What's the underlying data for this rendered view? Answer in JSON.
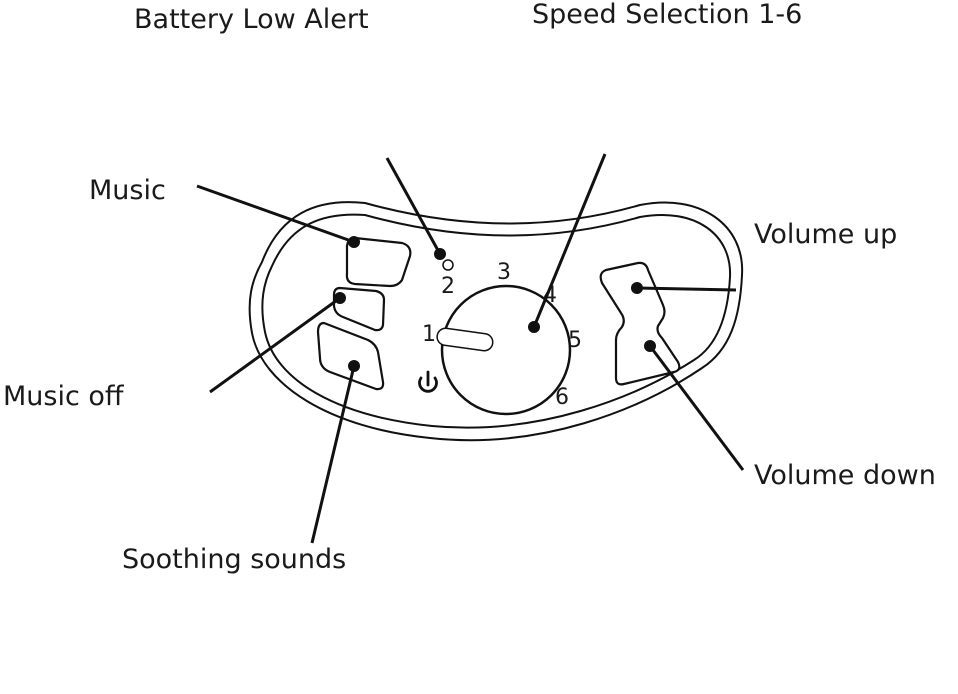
{
  "labels": {
    "battery_low_alert": "Battery Low Alert",
    "speed_selection": "Speed Selection 1-6",
    "music": "Music",
    "music_off": "Music off",
    "soothing_sounds": "Soothing sounds",
    "volume_up": "Volume up",
    "volume_down": "Volume down"
  },
  "dial": {
    "positions": [
      "1",
      "2",
      "3",
      "4",
      "5",
      "6"
    ]
  },
  "icons": {
    "power": "power-icon"
  }
}
